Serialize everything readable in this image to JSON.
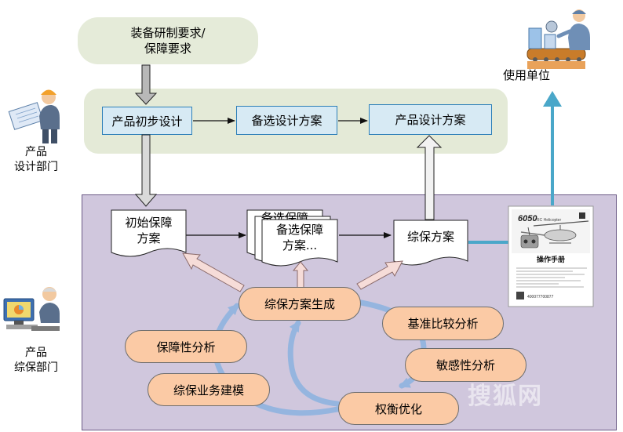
{
  "requirements": {
    "line1": "装备研制要求/",
    "line2": "保障要求"
  },
  "design_flow": {
    "box1": "产品初步设计",
    "box2": "备选设计方案",
    "box3": "产品设计方案"
  },
  "roles": {
    "design_dept": {
      "line1": "产品",
      "line2": "设计部门"
    },
    "support_dept": {
      "line1": "产品",
      "line2": "综保部门"
    },
    "user": "使用单位"
  },
  "documents": {
    "initial": {
      "line1": "初始保障",
      "line2": "方案"
    },
    "alt_back": "备选保障",
    "alt_front": {
      "line1": "备选保障",
      "line2": "方案..."
    },
    "final": "综保方案"
  },
  "process": {
    "generate": "综保方案生成",
    "benchmark": "基准比较分析",
    "sensitivity": "敏感性分析",
    "tradeoff": "权衡优化",
    "supportability": "保障性分析",
    "modeling": "综保业务建模"
  },
  "manual": {
    "model_logo": "6050",
    "model_sub": "RC Helicopter",
    "title": "操作手册",
    "phone": "400077700877"
  },
  "watermark": "搜狐网",
  "colors": {
    "accent_blue": "#4aa7c9",
    "design_box_fill": "#d7eaf4",
    "oval_fill": "#fbcaa5",
    "area_fill": "#d0c7dd"
  }
}
